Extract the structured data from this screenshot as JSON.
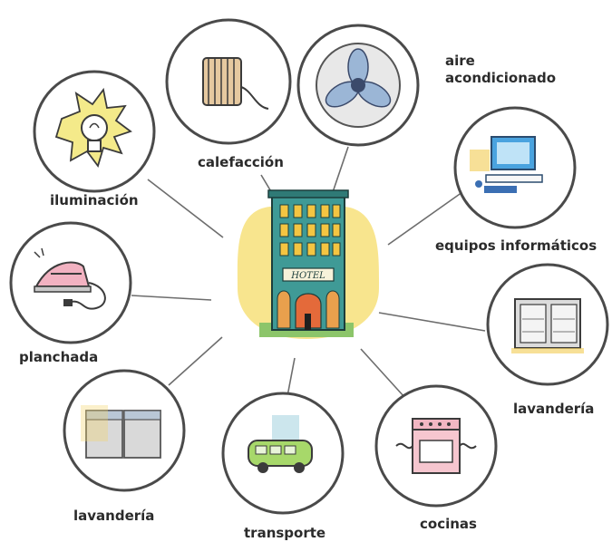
{
  "center": {
    "name": "hotel",
    "sign": "HOTEL"
  },
  "nodes": [
    {
      "id": "calefaccion",
      "label": "calefacción",
      "icon": "radiator-icon"
    },
    {
      "id": "aire",
      "label_lines": [
        "aire",
        "acondicionado"
      ],
      "icon": "fan-icon"
    },
    {
      "id": "equipos",
      "label": "equipos informáticos",
      "icon": "computer-icon"
    },
    {
      "id": "lavanderia-right",
      "label": "lavandería",
      "icon": "refrigerator-icon"
    },
    {
      "id": "cocinas",
      "label": "cocinas",
      "icon": "stove-icon"
    },
    {
      "id": "transporte",
      "label": "transporte",
      "icon": "van-icon"
    },
    {
      "id": "lavanderia-left",
      "label": "lavandería",
      "icon": "washing-machines-icon"
    },
    {
      "id": "planchada",
      "label": "planchada",
      "icon": "iron-icon"
    },
    {
      "id": "iluminacion",
      "label": "iluminación",
      "icon": "lightbulb-icon"
    }
  ],
  "colors": {
    "circle_stroke": "#4a4a4a",
    "connector": "#6d6d6d",
    "glow": "#f7e07a",
    "building": "#3f9a96",
    "awning": "#e46a3a"
  }
}
